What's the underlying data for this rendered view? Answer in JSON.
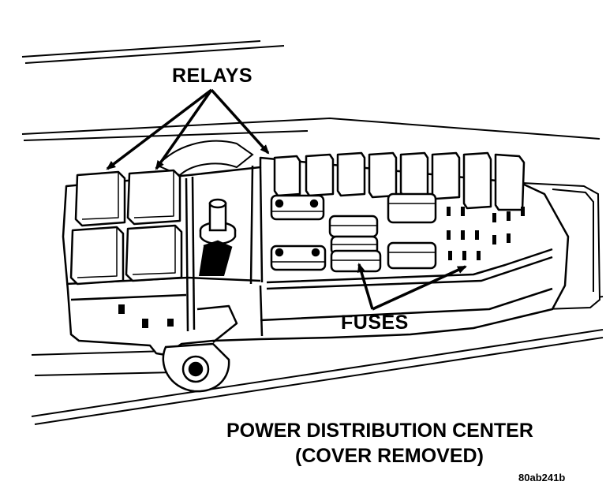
{
  "labels": {
    "relays": "RELAYS",
    "fuses": "FUSES"
  },
  "caption": {
    "line1": "POWER DISTRIBUTION CENTER",
    "line2": "(COVER REMOVED)"
  },
  "figure_code": "80ab241b",
  "colors": {
    "ink": "#000000",
    "paper": "#ffffff"
  }
}
